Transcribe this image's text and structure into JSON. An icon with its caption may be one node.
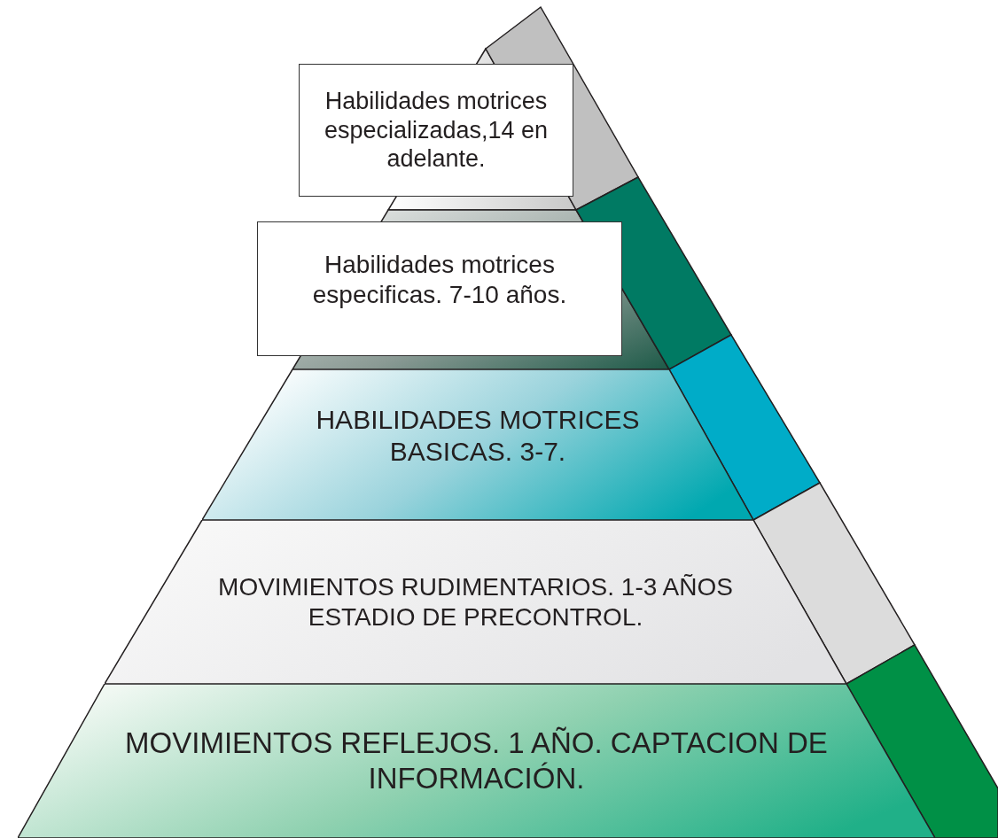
{
  "diagram": {
    "nodes": [
      {
        "text": [
          "Habilidades motrices especializadas,14 en adelante."
        ]
      },
      {
        "text": [
          "Habilidades motrices especificas. 7-10 años."
        ]
      },
      {
        "text": [
          "HABILIDADES MOTRICES BASICAS. 3-7."
        ]
      },
      {
        "text": [
          "MOVIMIENTOS RUDIMENTARIOS. 1-3 AÑOS ESTADIO DE PRECONTROL."
        ]
      },
      {
        "text": [
          "MOVIMIENTOS REFLEJOS. 1 AÑO. CAPTACION DE INFORMACIÓN."
        ]
      }
    ]
  }
}
